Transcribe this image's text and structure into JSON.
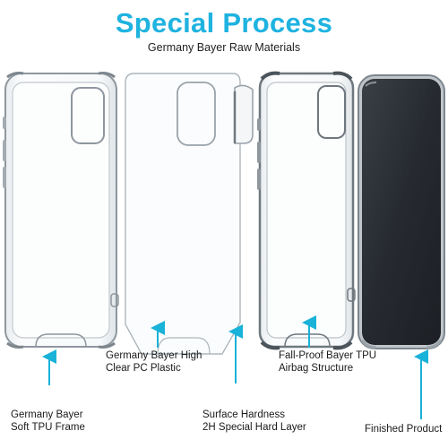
{
  "header": {
    "title": "Special Process",
    "subtitle": "Germany Bayer Raw Materials"
  },
  "colors": {
    "title": "#1fb3e0",
    "arrow": "#19b2d8",
    "clear_edge": "#9aa3aa",
    "dark_case": "#2b2f35"
  },
  "labels": {
    "frame": {
      "line1": "Germany Bayer",
      "line2": "Soft TPU Frame"
    },
    "pc": {
      "line1": "Germany Bayer High",
      "line2": "Clear PC Plastic"
    },
    "hardness": {
      "line1": "Surface Hardness",
      "line2": "2H Special Hard Layer"
    },
    "airbag": {
      "line1": "Fall-Proof Bayer TPU",
      "line2": "Airbag Structure"
    },
    "finished": {
      "line1": "Finished Product"
    }
  }
}
